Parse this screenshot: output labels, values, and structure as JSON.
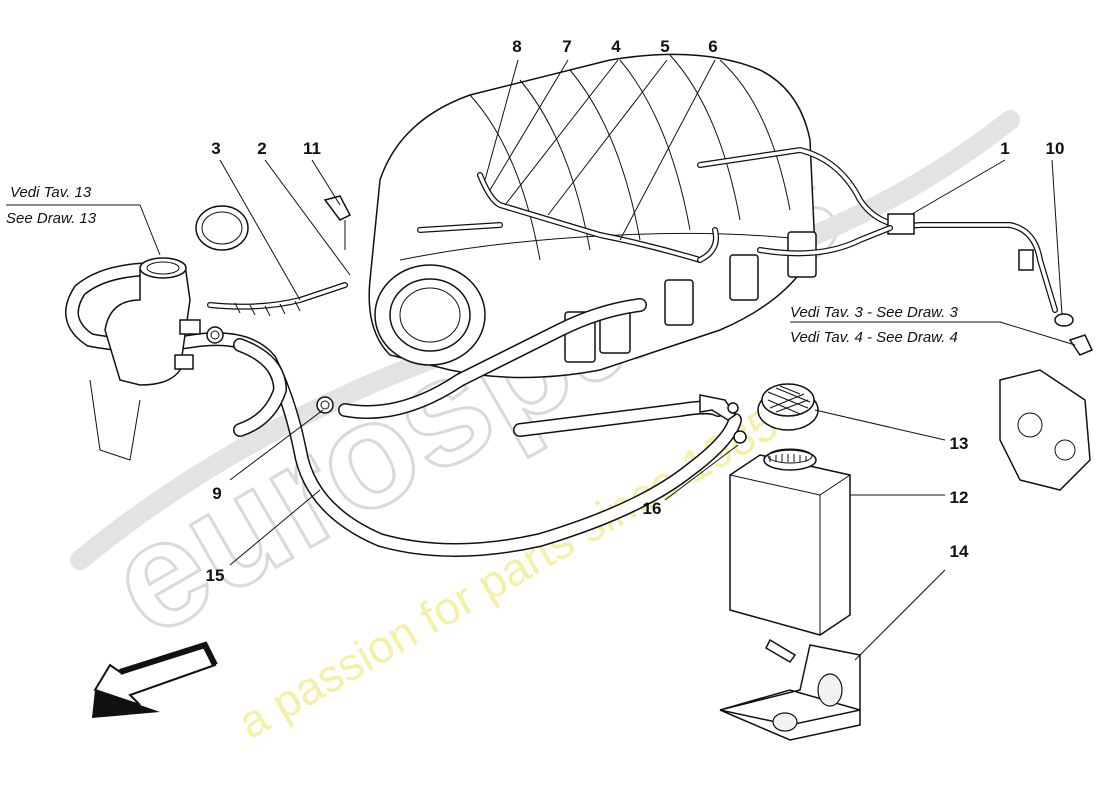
{
  "watermark": {
    "brand": "eurospares",
    "tagline": "a passion for parts since 1985"
  },
  "callouts": [
    {
      "id": "1",
      "label": "1"
    },
    {
      "id": "2",
      "label": "2"
    },
    {
      "id": "3",
      "label": "3"
    },
    {
      "id": "4",
      "label": "4"
    },
    {
      "id": "5",
      "label": "5"
    },
    {
      "id": "6",
      "label": "6"
    },
    {
      "id": "7",
      "label": "7"
    },
    {
      "id": "8",
      "label": "8"
    },
    {
      "id": "9",
      "label": "9"
    },
    {
      "id": "10",
      "label": "10"
    },
    {
      "id": "11",
      "label": "11"
    },
    {
      "id": "12",
      "label": "12"
    },
    {
      "id": "13",
      "label": "13"
    },
    {
      "id": "14",
      "label": "14"
    },
    {
      "id": "15",
      "label": "15"
    },
    {
      "id": "16",
      "label": "16"
    }
  ],
  "references": {
    "left_it": "Vedi Tav. 13",
    "left_en": "See Draw. 13",
    "right_line1": "Vedi Tav. 3 - See Draw. 3",
    "right_line2": "Vedi Tav. 4 - See Draw. 4"
  }
}
